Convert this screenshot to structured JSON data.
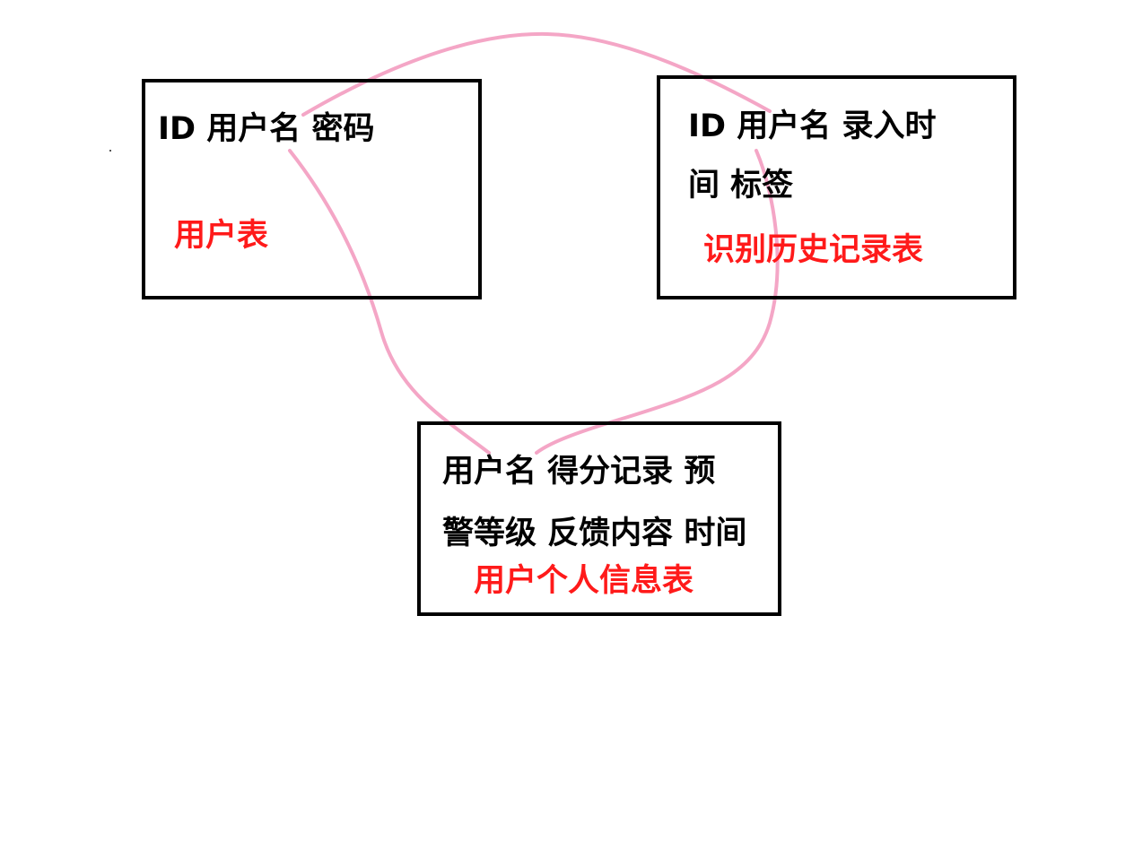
{
  "colors": {
    "border": "#000000",
    "field_text": "#000000",
    "table_name": "#ff1a1a",
    "connector": "#f4a6c6"
  },
  "tables": [
    {
      "key": "users",
      "field_lines": [
        "ID 用户名   密码"
      ],
      "name": "用户表"
    },
    {
      "key": "history",
      "field_lines": [
        "ID  用户名  录入时",
        "间  标签"
      ],
      "name": "识别历史记录表"
    },
    {
      "key": "profile",
      "field_lines": [
        "用户名 得分记录 预",
        "警等级  反馈内容  时间"
      ],
      "name": "用户个人信息表"
    }
  ]
}
